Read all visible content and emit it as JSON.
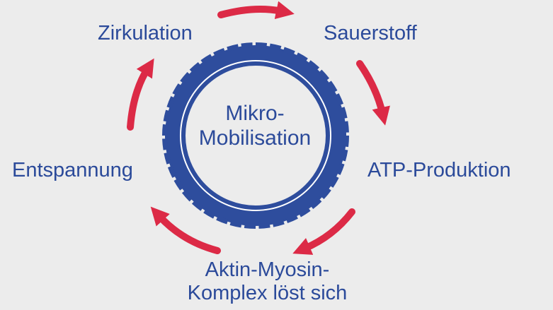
{
  "center": {
    "label": "Mikro-Mobilisation"
  },
  "nodes": {
    "zirkulation": "Zirkulation",
    "sauerstoff": "Sauerstoff",
    "atp": "ATP-Produktion",
    "komplex": "Aktin-Myosin-Komplex löst sich",
    "entspannung": "Entspannung"
  },
  "colors": {
    "ring": "#2e4d9d",
    "arrow": "#dc2a46",
    "text": "#2b4a9a",
    "background": "#ececec"
  }
}
